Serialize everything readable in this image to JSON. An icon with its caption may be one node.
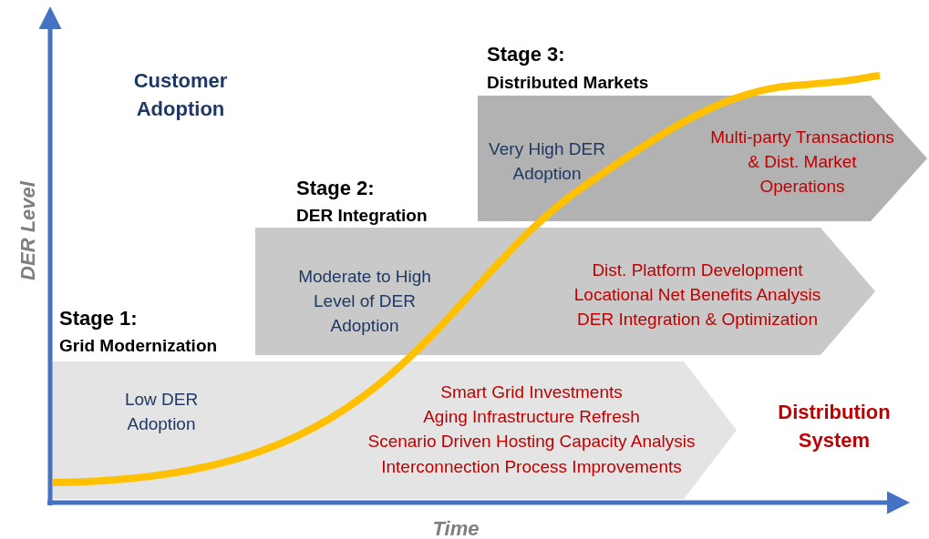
{
  "diagram": {
    "nodes": [
      {
        "text": [
          "Stage 1:",
          "Grid Modernization",
          "Low DER Adoption",
          "Smart Grid Investments",
          "Aging Infrastructure Refresh",
          "Scenario Driven Hosting Capacity Analysis",
          "Interconnection Process Improvements"
        ]
      },
      {
        "text": [
          "Stage 2:",
          "DER Integration",
          "Moderate to High Level of DER Adoption",
          "Dist. Platform Development",
          "Locational Net Benefits Analysis",
          "DER Integration & Optimization"
        ]
      },
      {
        "text": [
          "Stage 3:",
          "Distributed Markets",
          "Very High DER Adoption",
          "Multi-party Transactions & Dist. Market Operations"
        ]
      }
    ],
    "edges": [],
    "labels": [
      "Customer Adoption",
      "DER Level",
      "Distribution System",
      "Time"
    ]
  }
}
